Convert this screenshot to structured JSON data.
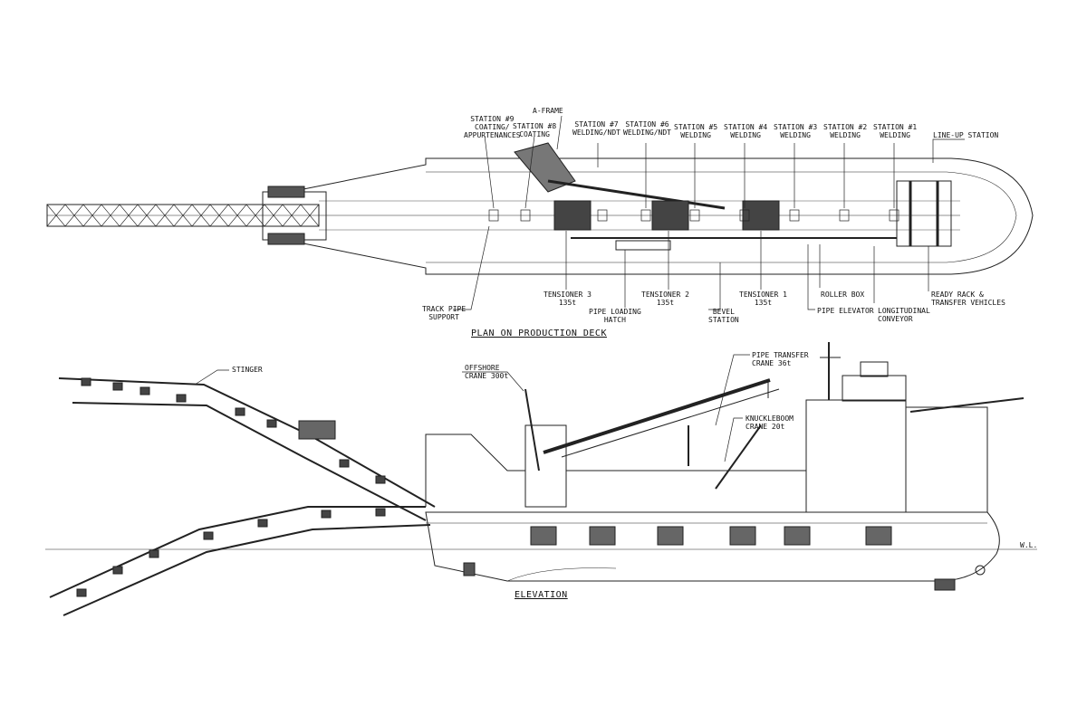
{
  "plan": {
    "title": "PLAN ON PRODUCTION DECK",
    "top_labels": {
      "a_frame": "A-FRAME",
      "station9": "STATION #9\nCOATING/\nAPPURTENANCES",
      "station8": "STATION #8\nCOATING",
      "station7": "STATION #7\nWELDING/NDT",
      "station6": "STATION #6\nWELDING/NDT",
      "station5": "STATION #5\nWELDING",
      "station4": "STATION #4\nWELDING",
      "station3": "STATION #3\nWELDING",
      "station2": "STATION #2\nWELDING",
      "station1": "STATION #1\nWELDING",
      "lineup": "LINE-UP STATION"
    },
    "bottom_labels": {
      "track_pipe_support": "TRACK PIPE\nSUPPORT",
      "tensioner3": "TENSIONER 3\n135t",
      "pipe_loading_hatch": "PIPE LOADING\nHATCH",
      "tensioner2": "TENSIONER 2\n135t",
      "bevel_station": "BEVEL\nSTATION",
      "tensioner1": "TENSIONER 1\n135t",
      "roller_box": "ROLLER BOX",
      "pipe_elevator": "PIPE ELEVATOR",
      "longitudinal_conveyor": "LONGITUDINAL\nCONVEYOR",
      "ready_rack": "READY RACK &\nTRANSFER VEHICLES"
    }
  },
  "elevation": {
    "title": "ELEVATION",
    "labels": {
      "stinger": "STINGER",
      "offshore_crane": "OFFSHORE\nCRANE 300t",
      "pipe_transfer_crane": "PIPE TRANSFER\nCRANE 36t",
      "knuckleboom_crane": "KNUCKLEBOOM\nCRANE 20t",
      "waterline": "W.L."
    }
  }
}
